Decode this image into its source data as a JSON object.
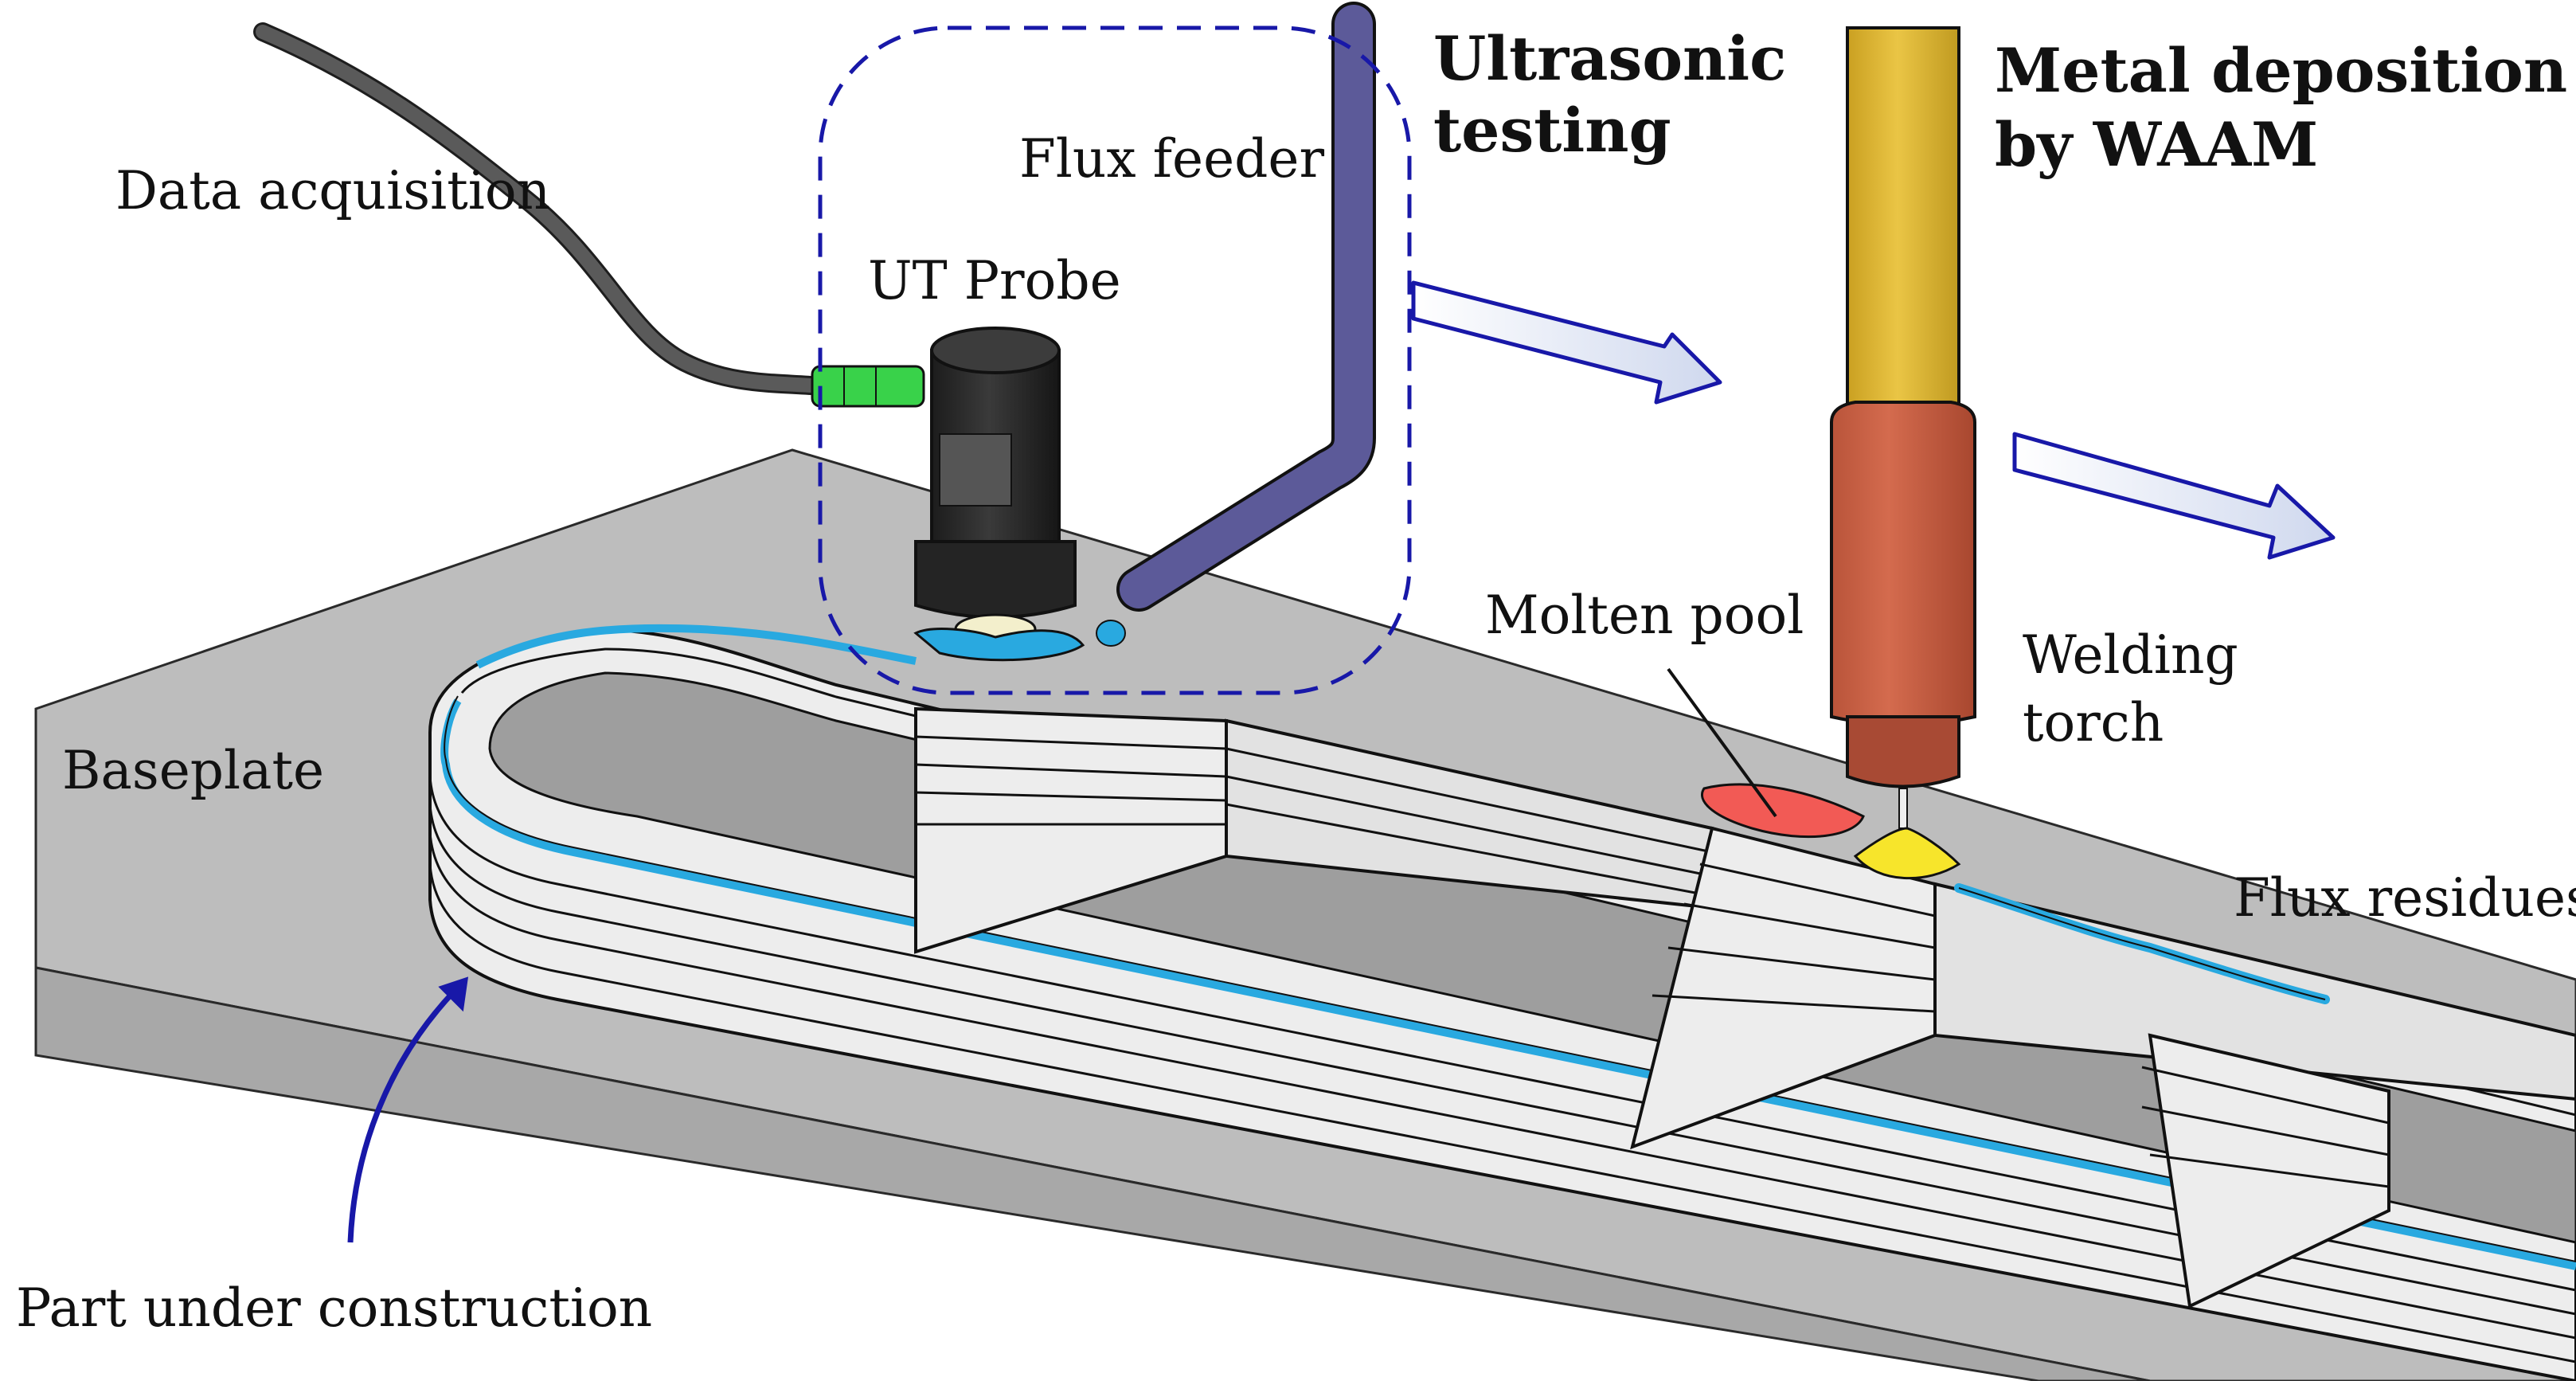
{
  "labels": {
    "data_acquisition": "Data acquisition",
    "flux_feeder": "Flux feeder",
    "ultrasonic_line1": "Ultrasonic",
    "ultrasonic_line2": "testing",
    "metal_line1": "Metal deposition",
    "metal_line2": "by WAAM",
    "ut_probe": "UT Probe",
    "molten_pool": "Molten pool",
    "welding_line1": "Welding",
    "welding_line2": "torch",
    "baseplate": "Baseplate",
    "flux_residues": "Flux residues",
    "part_under_construction": "Part under construction"
  },
  "colors": {
    "baseplate": "#bdbdbd",
    "baseplate_edge": "#9e9e9e",
    "part_wall": "#ededed",
    "flux_layer": "#29a9e0",
    "probe_body": "#2b2b2b",
    "probe_connector": "#39d24a",
    "cable": "#5a5a5a",
    "flux_feeder_tube": "#5c5a99",
    "torch_shaft": "#e0b92e",
    "torch_nozzle": "#c96044",
    "torch_tip": "#a84a34",
    "molten_pool": "#f25a55",
    "weld_bead": "#f7e52b",
    "annotation_blue": "#1818a8"
  }
}
